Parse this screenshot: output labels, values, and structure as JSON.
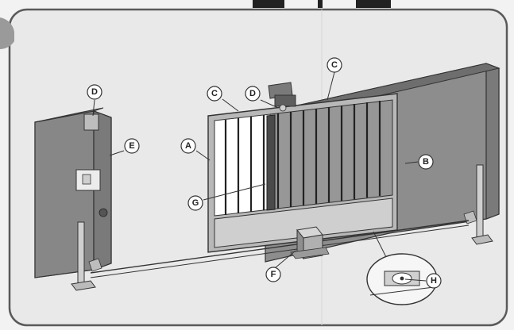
{
  "callouts": {
    "a": "A",
    "b": "B",
    "c1": "C",
    "c2": "C",
    "d1": "D",
    "d2": "D",
    "e": "E",
    "f": "F",
    "g": "G",
    "h": "H"
  },
  "colors": {
    "panel_border": "#5a5a5a",
    "wall": "#8c8c8c",
    "wall_top": "#6e6e6e",
    "gate_fill": "#a6a6a6",
    "gate_frame": "#b8b8b8",
    "motor": "#707070",
    "line": "#333333",
    "background": "#e9e9e9"
  }
}
